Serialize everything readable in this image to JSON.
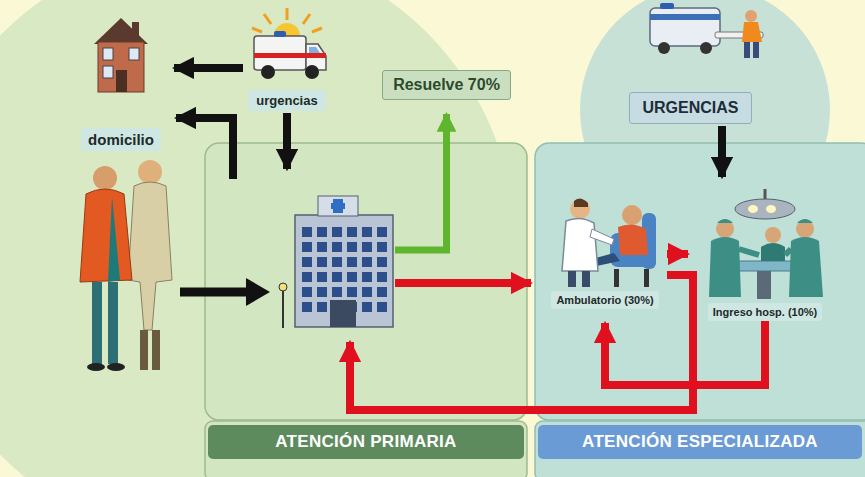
{
  "diagram": {
    "nodes": [
      {
        "text": [
          "domicilio"
        ]
      },
      {
        "text": [
          "urgencias"
        ]
      },
      {
        "text": [
          "Resuelve 70%"
        ]
      },
      {
        "text": [
          "URGENCIAS"
        ]
      },
      {
        "text": [
          "ATENCIÓN PRIMARIA"
        ]
      },
      {
        "text": [
          "ATENCIÓN ESPECIALIZADA"
        ]
      },
      {
        "text": [
          "Ambulatorio (30%)"
        ],
        "in": 5
      },
      {
        "text": [
          "Ingreso hosp. (10%)"
        ],
        "in": 5
      }
    ],
    "edges": [
      {
        "from": 1,
        "to": 0,
        "arrow": "to"
      },
      {
        "from": 1,
        "to": 4,
        "arrow": "to"
      },
      {
        "from": 4,
        "to": 0,
        "arrow": "to"
      },
      {
        "from": 4,
        "to": 2,
        "arrow": "to"
      },
      {
        "from": 4,
        "to": 6,
        "arrow": "to"
      },
      {
        "from": 6,
        "to": 7,
        "arrow": "to"
      },
      {
        "from": 3,
        "to": 7,
        "arrow": "to"
      },
      {
        "from": 7,
        "to": 6,
        "arrow": "to"
      },
      {
        "from": 6,
        "to": 4,
        "arrow": "to"
      }
    ]
  }
}
